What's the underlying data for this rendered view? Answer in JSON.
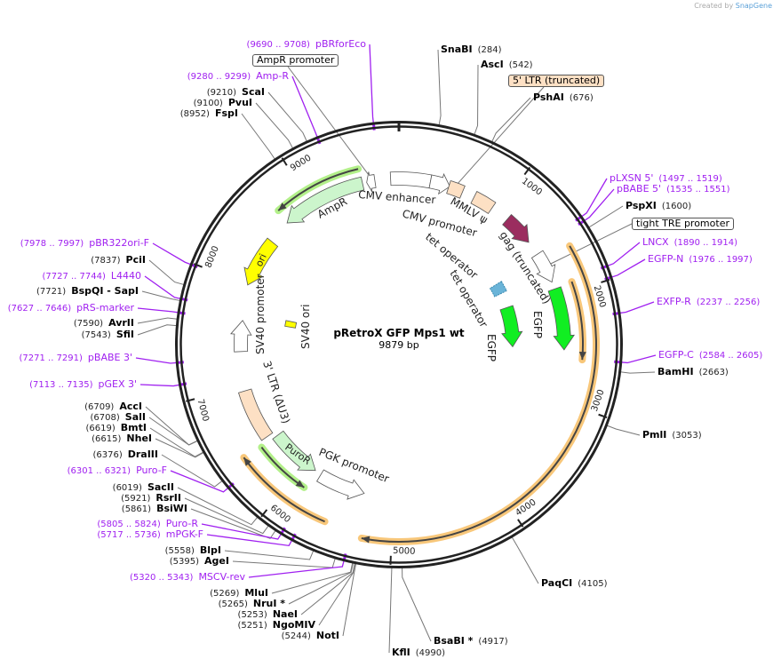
{
  "credit": {
    "prefix": "Created by",
    "brand": "SnapGene"
  },
  "map": {
    "title": "pRetroX GFP Mps1 wt",
    "length_label": "9879 bp",
    "length": 9879,
    "ticks": [
      "1000",
      "2000",
      "3000",
      "4000",
      "5000",
      "6000",
      "7000",
      "8000",
      "9000"
    ]
  },
  "enzymes": [
    {
      "name": "SnaBI",
      "pos": 284
    },
    {
      "name": "AscI",
      "pos": 542
    },
    {
      "name": "PshAI",
      "pos": 676
    },
    {
      "name": "PspXI",
      "pos": 1600
    },
    {
      "name": "BamHI",
      "pos": 2663
    },
    {
      "name": "PmlI",
      "pos": 3053
    },
    {
      "name": "PaqCI",
      "pos": 4105
    },
    {
      "name": "BsaBI *",
      "pos": 4917
    },
    {
      "name": "KflI",
      "pos": 4990
    },
    {
      "name": "NotI",
      "pos": 5244
    },
    {
      "name": "NgoMIV",
      "pos": 5251
    },
    {
      "name": "NaeI",
      "pos": 5253
    },
    {
      "name": "NruI *",
      "pos": 5265
    },
    {
      "name": "MluI",
      "pos": 5269
    },
    {
      "name": "AgeI",
      "pos": 5395
    },
    {
      "name": "BlpI",
      "pos": 5558
    },
    {
      "name": "BsiWI",
      "pos": 5861
    },
    {
      "name": "RsrII",
      "pos": 5921
    },
    {
      "name": "SacII",
      "pos": 6019
    },
    {
      "name": "DraIII",
      "pos": 6376
    },
    {
      "name": "NheI",
      "pos": 6615
    },
    {
      "name": "BmtI",
      "pos": 6619
    },
    {
      "name": "SalI",
      "pos": 6708
    },
    {
      "name": "AccI",
      "pos": 6709
    },
    {
      "name": "SfiI",
      "pos": 7543
    },
    {
      "name": "AvrII",
      "pos": 7590
    },
    {
      "name": "BspQI   - SapI",
      "pos": 7721
    },
    {
      "name": "PciI",
      "pos": 7837
    },
    {
      "name": "FspI",
      "pos": 8952
    },
    {
      "name": "PvuI",
      "pos": 9100
    },
    {
      "name": "ScaI",
      "pos": 9210
    }
  ],
  "primers": [
    {
      "name": "pBRforEco",
      "range": "9690 .. 9708"
    },
    {
      "name": "Amp-R",
      "range": "9280 .. 9299"
    },
    {
      "name": "pLXSN 5'",
      "range": "1497 .. 1519"
    },
    {
      "name": "pBABE 5'",
      "range": "1535 .. 1551"
    },
    {
      "name": "LNCX",
      "range": "1890 .. 1914"
    },
    {
      "name": "EGFP-N",
      "range": "1976 .. 1997"
    },
    {
      "name": "EXFP-R",
      "range": "2237 .. 2256"
    },
    {
      "name": "EGFP-C",
      "range": "2584 .. 2605"
    },
    {
      "name": "MSCV-rev",
      "range": "5320 .. 5343"
    },
    {
      "name": "mPGK-F",
      "range": "5717 .. 5736"
    },
    {
      "name": "Puro-R",
      "range": "5805 .. 5824"
    },
    {
      "name": "Puro-F",
      "range": "6301 .. 6321"
    },
    {
      "name": "pGEX 3'",
      "range": "7113 .. 7135"
    },
    {
      "name": "pBABE 3'",
      "range": "7271 .. 7291"
    },
    {
      "name": "pRS-marker",
      "range": "7627 .. 7646"
    },
    {
      "name": "L4440",
      "range": "7727 .. 7744"
    },
    {
      "name": "pBR322ori-F",
      "range": "7978 .. 7997"
    }
  ],
  "boxed_labels": [
    {
      "name": "AmpR promoter",
      "style": "plain"
    },
    {
      "name": "5' LTR (truncated)",
      "style": "peach"
    },
    {
      "name": "tight TRE promoter",
      "style": "plain"
    }
  ],
  "features": [
    {
      "name": "AmpR",
      "start": 8710,
      "end": 9530,
      "dir": "reverse",
      "color": "#ccf5cc"
    },
    {
      "name": "AmpR promoter",
      "start": 9570,
      "end": 9650,
      "dir": "reverse",
      "color": "#ffffff"
    },
    {
      "name": "CMV enhancer",
      "start": 9800,
      "end": 300,
      "dir": "none",
      "color": "#ffffff"
    },
    {
      "name": "CMV promoter",
      "start": 300,
      "end": 490,
      "dir": "forward",
      "color": "#ffffff"
    },
    {
      "name": "5' LTR (truncated)",
      "start": 480,
      "end": 620,
      "dir": "none",
      "color": "#fde0c4"
    },
    {
      "name": "MMLV ψ",
      "start": 740,
      "end": 940,
      "dir": "none",
      "color": "#fde0c4"
    },
    {
      "name": "gag (truncated)",
      "start": 1120,
      "end": 1420,
      "dir": "forward",
      "color": "#9b2d5f"
    },
    {
      "name": "tight TRE promoter",
      "start": 1560,
      "end": 1860,
      "dir": "forward",
      "color": "#ffffff"
    },
    {
      "name": "EGFP",
      "start": 1930,
      "end": 2520,
      "dir": "forward",
      "color": "#11ee22"
    },
    {
      "name": "tet operator",
      "start": 1600,
      "end": 1740,
      "dir": "none",
      "color": "#6ab4d8"
    },
    {
      "name": "EGFP",
      "start": 1950,
      "end": 2500,
      "dir": "forward",
      "color": "#11ee22"
    },
    {
      "name": "ori",
      "start": 8000,
      "end": 8480,
      "dir": "reverse",
      "color": "#ffff00"
    },
    {
      "name": "SV40 promoter",
      "start": 7340,
      "end": 7650,
      "dir": "forward",
      "color": "#ffffff"
    },
    {
      "name": "SV40 ori",
      "start": 7660,
      "end": 7740,
      "dir": "none",
      "color": "#ffff00"
    },
    {
      "name": "3' LTR (ΔU3)",
      "start": 6450,
      "end": 6950,
      "dir": "none",
      "color": "#fde0c4"
    },
    {
      "name": "PuroR",
      "start": 5860,
      "end": 6400,
      "dir": "reverse",
      "color": "#ccf5cc"
    },
    {
      "name": "PGK promoter",
      "start": 5300,
      "end": 5790,
      "dir": "reverse",
      "color": "#ffffff"
    }
  ],
  "feature_labels": [
    "AmpR",
    "CMV enhancer",
    "CMV promoter",
    "MMLV ψ",
    "gag (truncated)",
    "tet operator",
    "tet operator",
    "EGFP",
    "EGFP",
    "ori",
    "SV40 promoter",
    "SV40 ori",
    "3' LTR (ΔU3)",
    "PuroR",
    "PGK promoter"
  ],
  "orfs": [
    {
      "start": 8727,
      "end": 9520,
      "dir": "reverse",
      "highlight": "#b3f08a"
    },
    {
      "start": 5860,
      "end": 6400,
      "dir": "reverse",
      "highlight": "#b3f08a"
    },
    {
      "start": 5563,
      "end": 6420,
      "dir": "forward",
      "highlight": "#f8c77a"
    },
    {
      "start": 1645,
      "end": 5240,
      "dir": "forward",
      "highlight": "#f8c77a"
    },
    {
      "start": 1920,
      "end": 2600,
      "dir": "forward",
      "highlight": "#f8c77a"
    }
  ]
}
